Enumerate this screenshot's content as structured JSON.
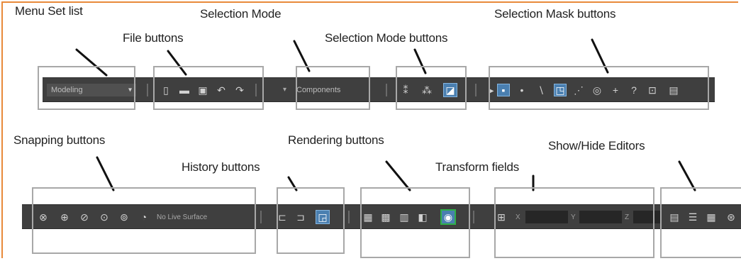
{
  "annotations": {
    "menu_set_list": "Menu Set list",
    "file_buttons": "File buttons",
    "selection_mode": "Selection Mode",
    "selection_mode_buttons": "Selection Mode buttons",
    "selection_mask_buttons": "Selection Mask buttons",
    "snapping_buttons": "Snapping buttons",
    "history_buttons": "History buttons",
    "rendering_buttons": "Rendering buttons",
    "transform_fields": "Transform fields",
    "show_hide_editors": "Show/Hide Editors"
  },
  "toolbar_top": {
    "menu_set_value": "Modeling",
    "selection_mode_value": "Components"
  },
  "toolbar_bottom": {
    "live_surface_text": "No Live Surface",
    "transform_axes": [
      "X",
      "Y",
      "Z"
    ]
  },
  "colors": {
    "frame_border": "#e88a3a",
    "toolbar_bg": "#3f3f3f",
    "highlight": "#4a7fb0",
    "active_outline": "#2fb04a"
  }
}
